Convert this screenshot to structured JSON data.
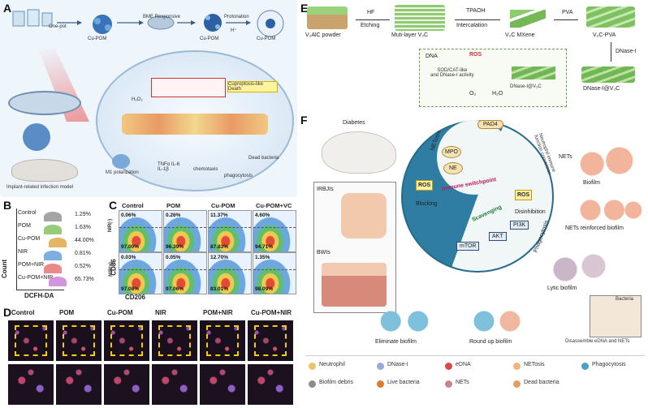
{
  "panels": {
    "A": {
      "letter": "A",
      "labels": {
        "one_pot": "One-pot",
        "bme_responsive": "BME Responsive",
        "protonation": "Protonation",
        "h_plus": "H⁺",
        "cu_pom": "Cu-POM",
        "cu_pom_left": "Cu-POM",
        "cu_pom_mid": "Cu-POM",
        "oxidative_stress": "Cuproptosis-like Death",
        "h2o2": "H₂O₂",
        "m1_polarization": "M1 polarization",
        "cytokines": "TNFα IL-6\nIL-1β",
        "chemotaxis": "chemotaxis",
        "phagocytosis": "phagocytosis",
        "dead_bacteria": "Dead bacteria",
        "implant_model": "Implant-related infection model"
      }
    },
    "B": {
      "letter": "B",
      "xlabel": "DCFH-DA",
      "ylabel": "Count",
      "rows": [
        {
          "label": "Control",
          "pct": "1.29%",
          "color": "#8e8e8e"
        },
        {
          "label": "POM",
          "pct": "1.63%",
          "color": "#7dbf5a"
        },
        {
          "label": "Cu-POM",
          "pct": "44.00%",
          "color": "#e0a33c"
        },
        {
          "label": "NIR",
          "pct": "0.81%",
          "color": "#5a9bd4"
        },
        {
          "label": "POM+NIR",
          "pct": "0.52%",
          "color": "#e36c6c"
        },
        {
          "label": "Cu-POM+NIR",
          "pct": "65.73%",
          "color": "#c77ad6"
        }
      ]
    },
    "C": {
      "letter": "C",
      "columns": [
        "Control",
        "POM",
        "Cu-POM",
        "Cu-POM+VC"
      ],
      "row_labels": [
        "NIR(-)",
        "NIR(+)"
      ],
      "ylabel": "CD86",
      "xlabel": "CD206",
      "values": [
        [
          {
            "top": "0.06%",
            "bottom": "97.00%"
          },
          {
            "top": "0.26%",
            "bottom": "96.39%"
          },
          {
            "top": "11.37%",
            "bottom": "87.83%"
          },
          {
            "top": "4.60%",
            "bottom": "94.71%"
          }
        ],
        [
          {
            "top": "0.03%",
            "bottom": "97.08%"
          },
          {
            "top": "0.05%",
            "bottom": "97.06%"
          },
          {
            "top": "12.70%",
            "bottom": "83.01%"
          },
          {
            "top": "1.35%",
            "bottom": "98.09%"
          }
        ]
      ]
    },
    "D": {
      "letter": "D",
      "columns": [
        "Control",
        "POM",
        "Cu-POM",
        "NIR",
        "POM+NIR",
        "Cu-POM+NIR"
      ]
    },
    "E": {
      "letter": "E",
      "steps": {
        "v2alc": "V₂AlC powder",
        "hf": "HF",
        "etching": "Etching",
        "multilayer": "Muti-layer V₂C",
        "tpaoh": "TPAOH",
        "intercalation": "Intercalation",
        "mxene": "V₂C MXene",
        "pva": "PVA",
        "v2c_pva": "V₂C-PVA",
        "dnase": "DNase-I",
        "dnase_v2c": "DNase-I@V₂C",
        "dna": "DNA",
        "ros": "ROS",
        "sod_cat": "SOD/CAT-like\nand DNase-I activity",
        "o2": "O₂",
        "h2o": "H₂O",
        "dnase_v2c_box": "DNase-I@V₂C"
      }
    },
    "F": {
      "letter": "F",
      "labels": {
        "diabetes": "Diabetes",
        "netosis": "NETosis",
        "pad4": "PAD4",
        "mpo": "MPO",
        "ne": "NE",
        "ros": "ROS",
        "immune_switchpoint": "Immune switchpoint",
        "blocking": "Blocking",
        "scavenging": "Scavenging",
        "ros2": "ROS",
        "disinhibition": "Disinhibition",
        "pi3k": "PI3K",
        "akt": "AKT",
        "mtor": "mTOR",
        "phagocytosis": "Phagocytosis",
        "neutrophil_fate": "Neutrophil immune function conversion",
        "irbjis": "IRBJIs",
        "bwis": "BWIs",
        "nets": "NETs",
        "biofilm": "Biofilm",
        "nets_reinforced": "NETs reinforced biofilm",
        "lytic_biofilm": "Lytic biofilm",
        "bacteria": "Bacteria",
        "disassemble": "Disassemble eDNA and NETs",
        "round_up": "Round up biofilm",
        "eliminate": "Eliminate biofilm"
      },
      "legend": [
        {
          "icon": "neutrophil-icon",
          "label": "Neutrophil",
          "color": "#e9c46a"
        },
        {
          "icon": "dnase-icon",
          "label": "DNase-I",
          "color": "#9aa7d8"
        },
        {
          "icon": "edna-icon",
          "label": "eDNA",
          "color": "#d64a4a"
        },
        {
          "icon": "netosis-icon",
          "label": "NETosis",
          "color": "#f4b183"
        },
        {
          "icon": "phagocytosis-icon",
          "label": "Phagocytosis",
          "color": "#4aa3c7"
        },
        {
          "icon": "debris-icon",
          "label": "Biofilm debris",
          "color": "#8c8c8c"
        },
        {
          "icon": "live-bacteria-icon",
          "label": "Live bacteria",
          "color": "#e07a2e"
        },
        {
          "icon": "nets-icon",
          "label": "NETs",
          "color": "#c9848c"
        },
        {
          "icon": "dead-bacteria-icon",
          "label": "Dead bacteria",
          "color": "#e0a060"
        }
      ]
    }
  }
}
